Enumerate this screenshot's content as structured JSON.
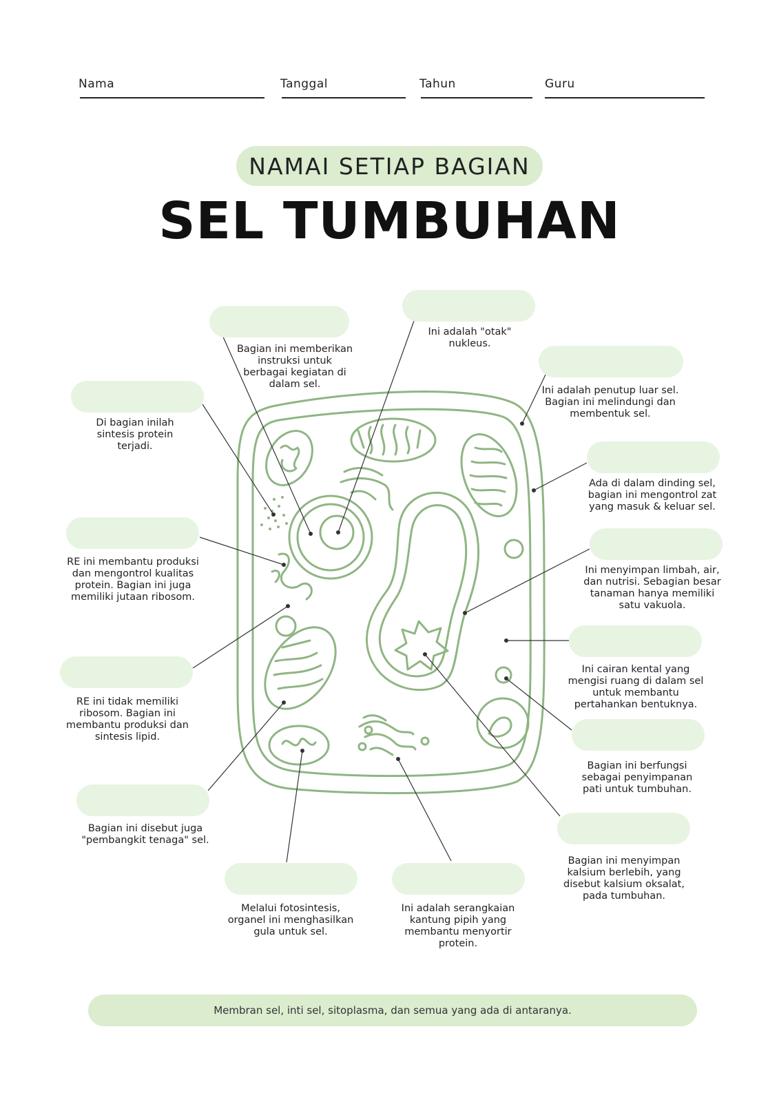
{
  "header": {
    "fields": [
      "Nama",
      "Tanggal",
      "Tahun",
      "Guru"
    ]
  },
  "subtitle": "NAMAI SETIAP BAGIAN",
  "title": "SEL TUMBUHAN",
  "descriptions": {
    "nucleus": "Ini adalah \"otak\" nukleus.",
    "nucleolus": "Bagian ini memberikan instruksi untuk berbagai kegiatan di dalam sel.",
    "cell_wall": "Ini adalah penutup luar sel. Bagian ini melindungi dan membentuk sel.",
    "ribosome": "Di bagian inilah sintesis protein terjadi.",
    "cell_membrane": "Ada di dalam dinding sel, bagian ini mengontrol zat yang masuk & keluar sel.",
    "rough_er": "RE ini membantu produksi dan mengontrol kualitas protein. Bagian ini juga memiliki jutaan ribosom.",
    "vacuole": "Ini menyimpan limbah, air, dan nutrisi. Sebagian besar tanaman hanya memiliki satu vakuola.",
    "cytoplasm": "Ini cairan kental yang mengisi ruang di dalam sel untuk membantu pertahankan bentuknya.",
    "smooth_er": "RE ini tidak memiliki ribosom. Bagian ini membantu produksi dan sintesis lipid.",
    "amyloplast": "Bagian ini berfungsi sebagai penyimpanan pati untuk tumbuhan.",
    "mitochondria": "Bagian ini disebut juga \"pembangkit tenaga\" sel.",
    "druse_crystal": "Bagian ini menyimpan kalsium berlebih, yang disebut kalsium oksalat, pada tumbuhan.",
    "chloroplast": "Melalui fotosintesis, organel ini menghasilkan gula untuk sel.",
    "golgi": "Ini adalah serangkaian kantung pipih yang membantu menyortir protein."
  },
  "footer": "Membran sel, inti sel, sitoplasma, dan semua yang ada di antaranya.",
  "colors": {
    "cell_outline": "#8fb583",
    "pill": "#dbeccf",
    "blank": "#e8f4e2",
    "leader_line": "#333333"
  }
}
